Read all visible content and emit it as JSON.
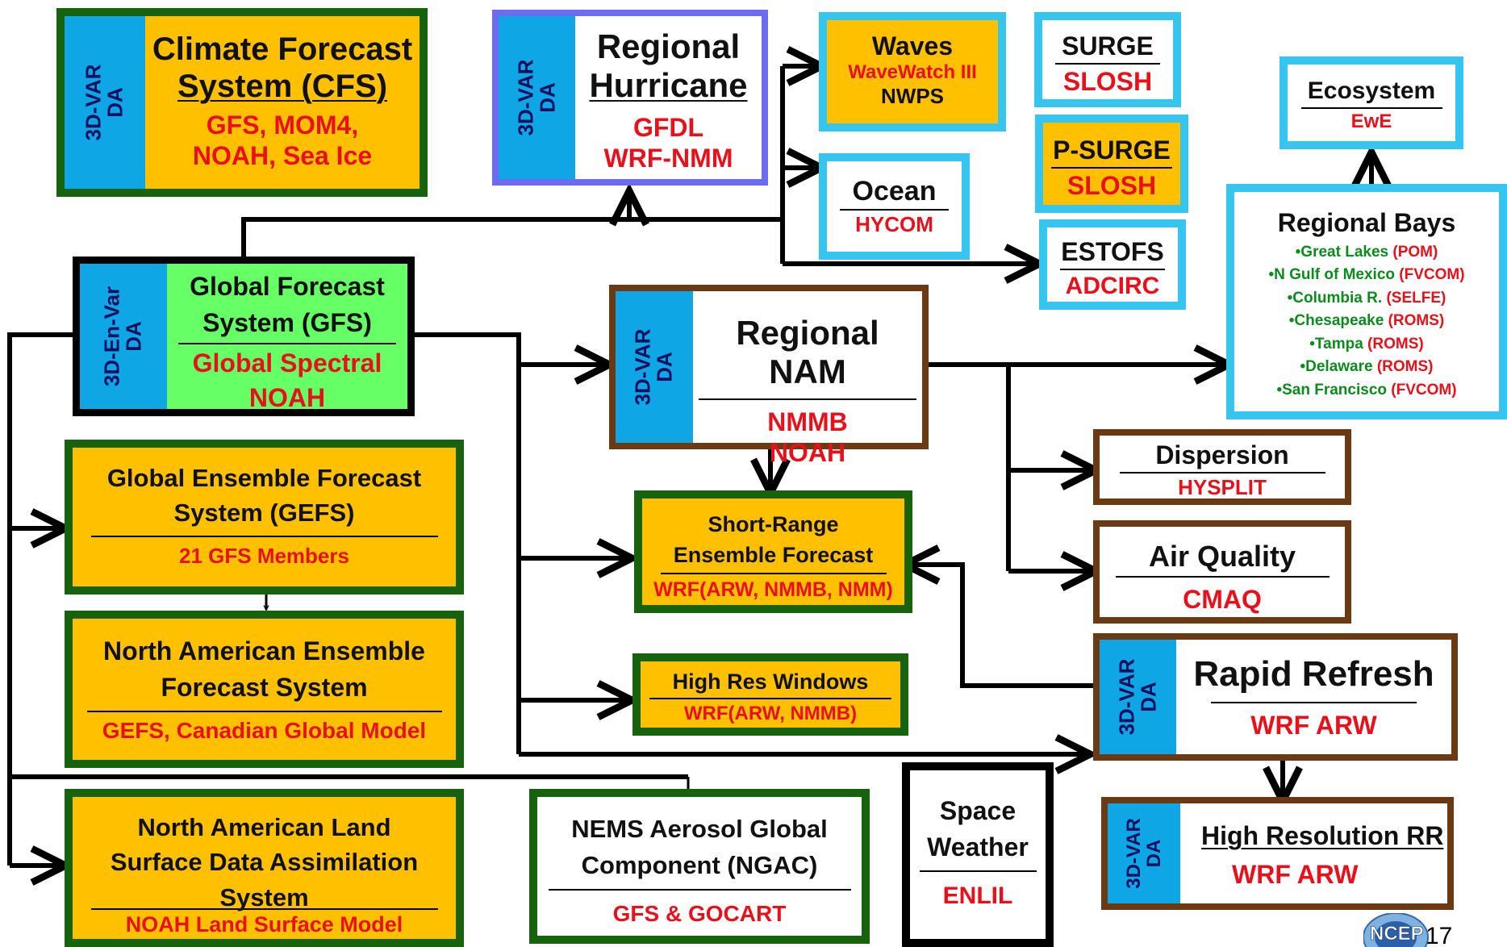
{
  "colors": {
    "orange": "#ffc000",
    "green_border": "#17630d",
    "cyan_border": "#35c5ee",
    "brown_border": "#6b3a13",
    "purple_border": "#6d6cf0",
    "da_blue": "#0fa6e6",
    "gfs_green": "#66ff66",
    "red_text": "#e8101a",
    "green_text": "#0b8a1d"
  },
  "cfs": {
    "side": [
      "3D-VAR",
      "DA"
    ],
    "title": [
      "Climate Forecast",
      "System (CFS)"
    ],
    "models": [
      "GFS,  MOM4,",
      "NOAH,  Sea Ice"
    ]
  },
  "hurricane": {
    "side": [
      "3D-VAR",
      "DA"
    ],
    "title": [
      "Regional",
      "Hurricane"
    ],
    "models": [
      "GFDL",
      "WRF-NMM"
    ]
  },
  "waves": {
    "title": "Waves",
    "models": [
      "WaveWatch III"
    ],
    "extra": "NWPS"
  },
  "surge": {
    "title": "SURGE",
    "model": "SLOSH"
  },
  "psurge": {
    "title": "P-SURGE",
    "model": "SLOSH"
  },
  "ocean": {
    "title": "Ocean",
    "model": "HYCOM"
  },
  "estofs": {
    "title": "ESTOFS",
    "model": "ADCIRC"
  },
  "ecosystem": {
    "title": "Ecosystem",
    "model": "EwE"
  },
  "bays": {
    "title": "Regional Bays",
    "items": [
      {
        "name": "•Great Lakes",
        "model": "(POM)"
      },
      {
        "name": "•N Gulf of Mexico",
        "model": "(FVCOM)"
      },
      {
        "name": "•Columbia R.",
        "model": "(SELFE)"
      },
      {
        "name": "•Chesapeake",
        "model": "(ROMS)"
      },
      {
        "name": "•Tampa",
        "model": "(ROMS)"
      },
      {
        "name": "•Delaware",
        "model": "(ROMS)"
      },
      {
        "name": "•San Francisco",
        "model": "(FVCOM)"
      }
    ]
  },
  "gfs": {
    "side": [
      "3D-En-Var",
      "DA"
    ],
    "title": [
      "Global Forecast",
      "System (GFS)"
    ],
    "models": [
      "Global Spectral",
      "NOAH"
    ]
  },
  "nam": {
    "side": [
      "3D-VAR",
      "DA"
    ],
    "title": "Regional NAM",
    "models": [
      "NMMB",
      "NOAH"
    ]
  },
  "gefs": {
    "title": [
      "Global Ensemble Forecast",
      "System (GEFS)"
    ],
    "model": "21 GFS Members"
  },
  "naefs": {
    "title": [
      "North American Ensemble",
      "Forecast System"
    ],
    "model": "GEFS, Canadian Global Model"
  },
  "nldas": {
    "title": [
      "North American Land",
      "Surface Data Assimilation",
      "System"
    ],
    "model": "NOAH Land Surface Model"
  },
  "sref": {
    "title": [
      "Short-Range",
      "Ensemble Forecast"
    ],
    "model": "WRF(ARW, NMMB, NMM)"
  },
  "hrw": {
    "title": "High Res Windows",
    "model": "WRF(ARW, NMMB)"
  },
  "ngac": {
    "title": [
      "NEMS Aerosol Global",
      "Component (NGAC)"
    ],
    "model": "GFS &  GOCART"
  },
  "space": {
    "title": [
      "Space",
      "Weather"
    ],
    "model": "ENLIL"
  },
  "dispersion": {
    "title": "Dispersion",
    "model": "HYSPLIT"
  },
  "airquality": {
    "title": "Air Quality",
    "model": "CMAQ"
  },
  "rap": {
    "side": [
      "3D-VAR",
      "DA"
    ],
    "title": "Rapid Refresh",
    "model": "WRF ARW"
  },
  "hrrr": {
    "side": [
      "3D-VAR",
      "DA"
    ],
    "title": "High Resolution RR",
    "model": "WRF ARW"
  },
  "footer": {
    "logo_text": "NCEP",
    "page_number": "17"
  }
}
